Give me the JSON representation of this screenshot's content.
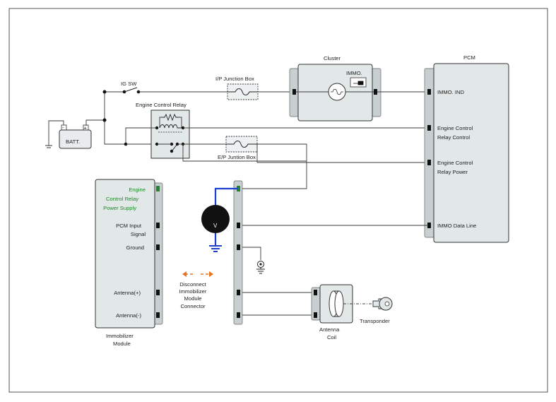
{
  "labels": {
    "ig_sw": "IG SW",
    "ip_junction_box": "I/P Junction Box",
    "cluster": "Cluster",
    "immo": "IMMO.",
    "pcm": "PCM",
    "immo_ind": "IMMO. IND",
    "engine_control_relay": "Engine Control Relay",
    "batt": "BATT.",
    "ecr_control_1": "Engine Control",
    "ecr_control_2": "Relay Control",
    "ecr_power_1": "Engine Control",
    "ecr_power_2": "Relay Power",
    "ep_junction_box": "E/P Juntion Box",
    "immo_data_line": "IMMO Data Line",
    "imm_engine_1": "Engine",
    "imm_engine_2": "Control Relay",
    "imm_engine_3": "Power Supply",
    "pcm_input_1": "PCM Input",
    "pcm_input_2": "Signal",
    "ground": "Ground",
    "antenna_plus": "Antenna(+)",
    "antenna_minus": "Antenna(-)",
    "imm_module_1": "Immobilizer",
    "imm_module_2": "Module",
    "disconnect_1": "Disconnect",
    "disconnect_2": "Immobilizer",
    "disconnect_3": "Module",
    "disconnect_4": "Connector",
    "voltmeter": "V",
    "antenna_coil_1": "Antenna",
    "antenna_coil_2": "Coil",
    "transponder": "Transponder"
  },
  "colors": {
    "highlight_wire": "#1f3fd1",
    "green_text": "#1f8a2a",
    "arrow": "#e8731e"
  }
}
